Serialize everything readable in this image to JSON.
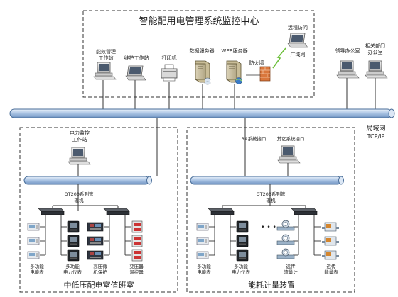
{
  "center": {
    "title": "智能配用电管理系统监控中心",
    "nodes": {
      "energy_ws": [
        "能效管理",
        "工作站"
      ],
      "maint_ws": "维护工作站",
      "printer": "打印机",
      "db_server": "数据服务器",
      "web_server": "WEB服务器",
      "firewall": "防火墙",
      "remote": "远程访问",
      "wan": "广域网"
    }
  },
  "offices": {
    "leader": "领导办公室",
    "related": [
      "相关部门",
      "办公室"
    ]
  },
  "lan": {
    "line1": "局域网",
    "line2": "TCP/IP"
  },
  "left_room": {
    "title": "中低压配电室值班室",
    "ws": [
      "电力监控",
      "工作站"
    ],
    "switch": [
      "QT200系列管",
      "理机"
    ],
    "devices": [
      [
        "多功能",
        "电能表"
      ],
      [
        "多功能",
        "电力仪表"
      ],
      [
        "高压微",
        "机保护"
      ],
      [
        "变压器",
        "温控器"
      ]
    ]
  },
  "right_room": {
    "title": "能耗计量装置",
    "ba": "BA系统接口",
    "other": "其它系统接口",
    "switch": [
      "QT200系列管",
      "理机"
    ],
    "dots": "• • •",
    "devices": [
      [
        "多功能",
        "电能表"
      ],
      [
        "多功能",
        "电力仪表"
      ],
      [
        "远传",
        "流量计"
      ],
      [
        "远传",
        "能量表"
      ]
    ]
  },
  "colors": {
    "bus": "#bcd3ec",
    "bus_stroke": "#4a6e99",
    "line": "#333333"
  }
}
